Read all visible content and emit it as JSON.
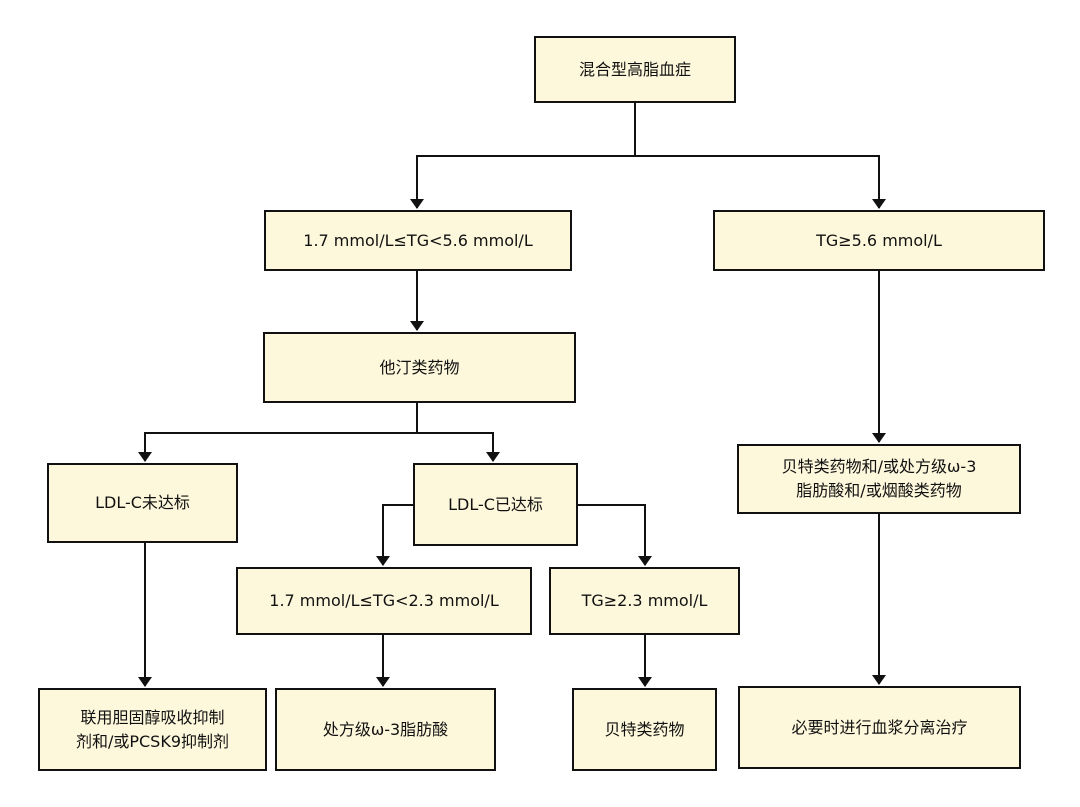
{
  "colors": {
    "box_fill": "#fdf8dc",
    "border": "#111111",
    "text": "#111111"
  },
  "nodes": {
    "root": "混合型高脂血症",
    "tg_mid": "1.7 mmol/L≤TG<5.6 mmol/L",
    "tg_high": "TG≥5.6 mmol/L",
    "statin": "他汀类药物",
    "ldl_not_met": "LDL-C未达标",
    "ldl_met": "LDL-C已达标",
    "fibrate_combo": "贝特类药物和/或处方级ω-3\n脂肪酸和/或烟酸类药物",
    "tg_low_range": "1.7 mmol/L≤TG<2.3 mmol/L",
    "tg_23": "TG≥2.3 mmol/L",
    "bile_pcsk9": "联用胆固醇吸收抑制\n剂和/或PCSK9抑制剂",
    "omega3": "处方级ω-3脂肪酸",
    "fibrate": "贝特类药物",
    "plasma": "必要时进行血浆分离治疗"
  }
}
